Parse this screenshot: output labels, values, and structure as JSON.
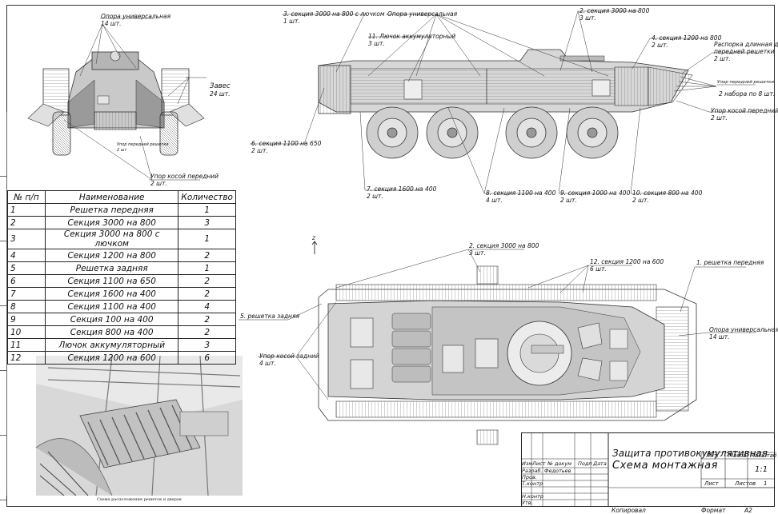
{
  "front_view": {
    "c_opora": {
      "name": "Опора универсальная",
      "qty": "14 шт."
    },
    "c_zaves": {
      "name": "Завес",
      "qty": "24 шт."
    },
    "c_upor": {
      "name": "Упор косой передний",
      "qty": "2 шт."
    },
    "c_upor_reshetki": {
      "name": "Упор передней решетки",
      "qty": "2 шт"
    }
  },
  "side_view": {
    "c3": {
      "name": "3. секция 3000 на 800 с лючком",
      "qty": "1 шт."
    },
    "c_opora": {
      "name": "Опора универсальная"
    },
    "c11": {
      "name": "11. Лючок аккумуляторный",
      "qty": "3 шт."
    },
    "c2": {
      "name": "2. секция 3000 на 800",
      "qty": "3 шт."
    },
    "c4": {
      "name": "4. секция 1200 на 800",
      "qty": "2 шт."
    },
    "c_rasporka": {
      "name": "Распорка длинная для передней решетки",
      "line2": "передней решетки",
      "line1": "Распорка длинная для",
      "qty": "2 шт."
    },
    "c_upor_reshetki": {
      "name": "Упор передней решетки",
      "qty": "2 набора по 8 шт."
    },
    "c_upor_kosoy": {
      "name": "Упор косой передний",
      "qty": "2 шт."
    },
    "c6": {
      "name": "6. секция 1100 на 650",
      "qty": "2 шт."
    },
    "c7": {
      "name": "7. секция 1600 на 400",
      "qty": "2 шт."
    },
    "c8": {
      "name": "8. секция 1100 на 400",
      "qty": "4 шт."
    },
    "c9": {
      "name": "9. секция 1000 на 400",
      "qty": "2 шт."
    },
    "c10": {
      "name": "10. секция 800 на 400",
      "qty": "2 шт."
    }
  },
  "top_view": {
    "c2": {
      "name": "2. секция 3000 на 800",
      "qty": "3 шт."
    },
    "c12": {
      "name": "12. секция 1200 на 600",
      "qty": "6 шт."
    },
    "c1": {
      "name": "1. решетка передняя"
    },
    "c5": {
      "name": "5. решетка задняя"
    },
    "c_opora": {
      "name": "Опора универсальная",
      "qty": "14 шт."
    },
    "c_upor": {
      "name": "Упор косой задний",
      "qty": "4 шт."
    },
    "axis": "Z"
  },
  "parts_table": {
    "headers": [
      "№ п/п",
      "Наименование",
      "Количество"
    ],
    "rows": [
      [
        "1",
        "Решетка передняя",
        "1"
      ],
      [
        "2",
        "Секция 3000 на 800",
        "3"
      ],
      [
        "3",
        "Секция 3000 на 800 с лючком",
        "1"
      ],
      [
        "4",
        "Секция 1200 на 800",
        "2"
      ],
      [
        "5",
        "Решетка задняя",
        "1"
      ],
      [
        "6",
        "Секция 1100 на 650",
        "2"
      ],
      [
        "7",
        "Секция 1600 на 400",
        "2"
      ],
      [
        "8",
        "Секция 1100 на 400",
        "4"
      ],
      [
        "9",
        "Секция 100 на 400",
        "2"
      ],
      [
        "10",
        "Секция 800 на 400",
        "2"
      ],
      [
        "11",
        "Лючок аккумуляторный",
        "3"
      ],
      [
        "12",
        "Секция 1200 на 600",
        "6"
      ]
    ]
  },
  "render_caption": "Схема расположения решеток и дверок",
  "title_block": {
    "title1": "Защита противокумулятивная",
    "title2": "Схема монтажная",
    "cols": [
      "Изм",
      "Лист",
      "№ докум",
      "Подп",
      "Дата"
    ],
    "rows": [
      "Разраб.",
      "Пров.",
      "Т.контр",
      "Н.контр",
      "Утв."
    ],
    "author": "Федотьев",
    "lit": "Лит.",
    "massa": "Масса",
    "masshtab": "Масштаб",
    "scale": "1:1",
    "list": "Лист",
    "listov": "Листов",
    "listov_val": "1",
    "kopiroval": "Копировал",
    "format": "Формат",
    "format_val": "А2"
  }
}
